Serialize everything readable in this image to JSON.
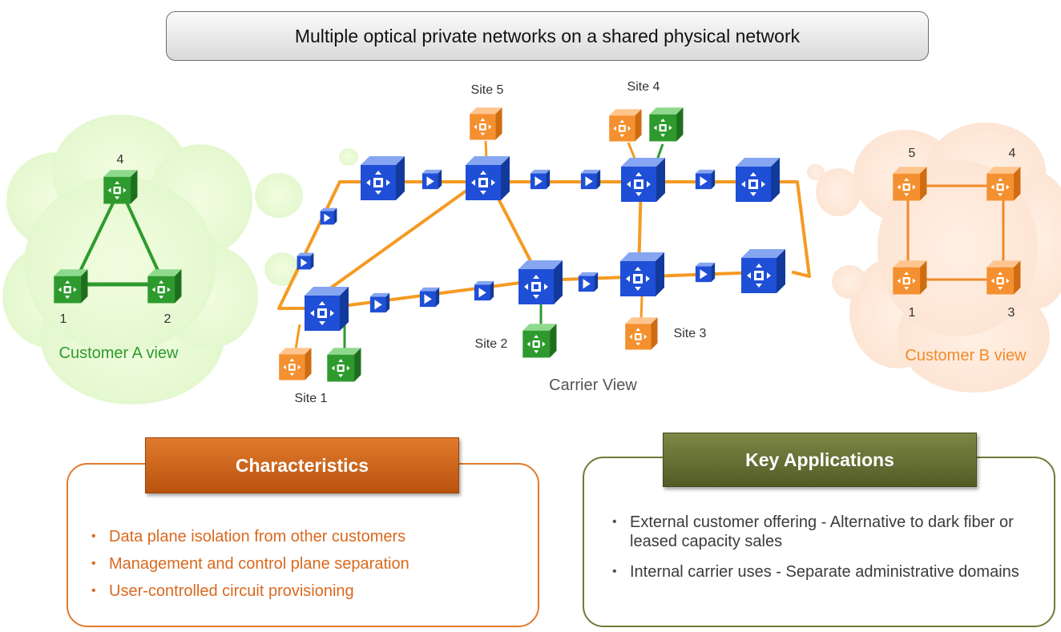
{
  "title": "Multiple optical private networks on a shared physical network",
  "customer_a": {
    "label": "Customer A view",
    "node_labels": [
      "4",
      "1",
      "2"
    ]
  },
  "customer_b": {
    "label": "Customer B view",
    "node_labels": [
      "5",
      "4",
      "1",
      "3"
    ]
  },
  "carrier": {
    "label": "Carrier View",
    "site_labels": [
      "Site 1",
      "Site 2",
      "Site 3",
      "Site 4",
      "Site 5"
    ]
  },
  "characteristics": {
    "heading": "Characteristics",
    "items": [
      "Data plane isolation from other customers",
      "Management and control plane separation",
      "User-controlled circuit provisioning"
    ]
  },
  "key_applications": {
    "heading": "Key Applications",
    "items": [
      "External customer offering - Alternative to dark fiber or leased capacity sales",
      "Internal carrier uses - Separate administrative domains"
    ]
  },
  "colors": {
    "green": "#2e9a2e",
    "orange": "#f08a2c",
    "blue": "#1f4fd6",
    "characteristics_text": "#d9691e"
  }
}
